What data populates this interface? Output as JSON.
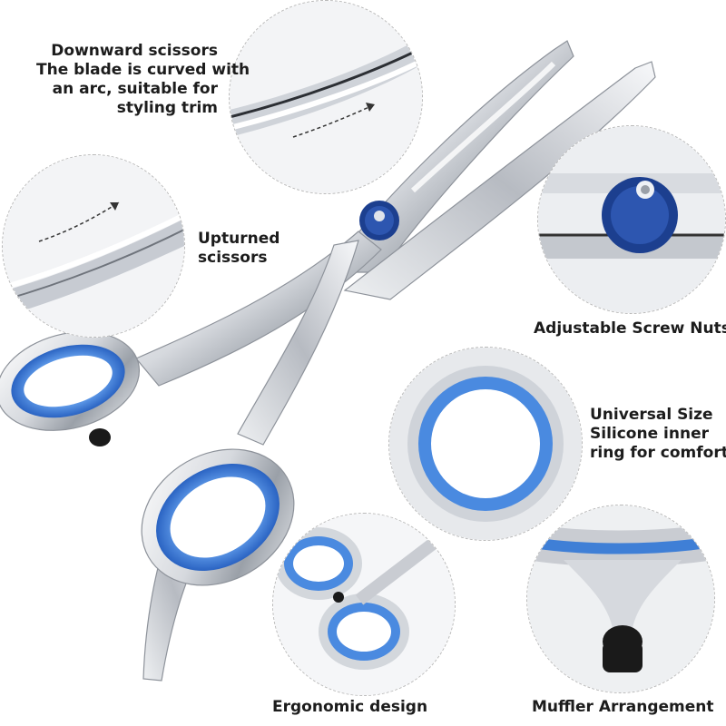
{
  "callouts": {
    "downward": {
      "lines": [
        "Downward scissors",
        "The blade is curved with",
        "an arc, suitable for",
        "styling trim"
      ]
    },
    "upturned": {
      "lines": [
        "Upturned",
        "scissors"
      ]
    },
    "screw": {
      "lines": [
        "Adjustable Screw Nuts"
      ]
    },
    "ring": {
      "lines": [
        "Universal Size",
        "Silicone inner",
        "ring for comfort"
      ]
    },
    "ergonomic": {
      "lines": [
        "Ergonomic design"
      ]
    },
    "muffler": {
      "lines": [
        "Muffler Arrangement"
      ]
    }
  },
  "colors": {
    "steel_light": "#f4f5f7",
    "steel_mid": "#c9ccd2",
    "steel_dark": "#7d828a",
    "ring_blue": "#3f7fd6",
    "ring_blue_dark": "#1f56a8",
    "screw_blue": "#1c3f8f",
    "muffler_black": "#1a1a1a"
  }
}
